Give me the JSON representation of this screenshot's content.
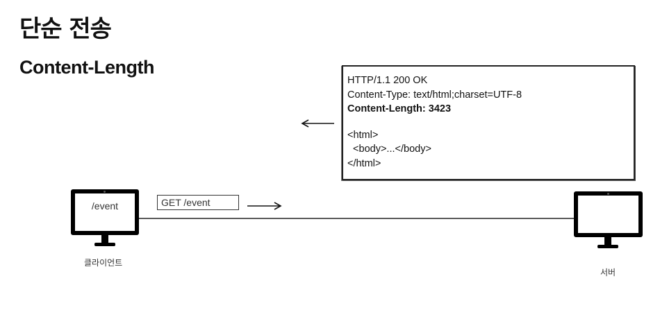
{
  "title": "단순 전송",
  "subtitle": "Content-Length",
  "response": {
    "status_line": "HTTP/1.1 200 OK",
    "content_type": "Content-Type: text/html;charset=UTF-8",
    "content_length": "Content-Length: 3423",
    "body_lines": [
      "<html>",
      "  <body>...</body>",
      "</html>"
    ]
  },
  "client": {
    "screen_text": "/event",
    "label": "클라이언트"
  },
  "server": {
    "label": "서버"
  },
  "request": {
    "label": "GET /event"
  }
}
